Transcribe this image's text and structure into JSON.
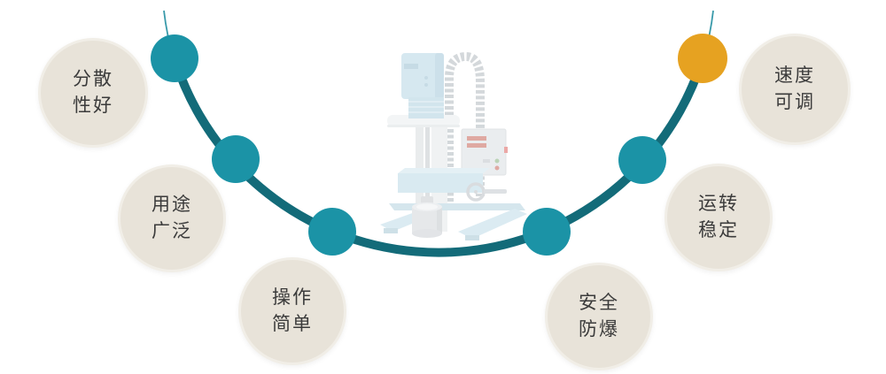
{
  "palette": {
    "node_teal": "#1b93a6",
    "node_highlight_orange": "#e6a221",
    "curve_teal": "#136b79",
    "thin_line_teal": "#3a9aaa",
    "bubble_beige": "#e8e3d9",
    "bubble_border": "#f1eee7",
    "label_text": "#3b3b3b",
    "machine_blue": "#aed3e3",
    "machine_gray": "#d6dbdf"
  },
  "features": [
    {
      "id": "dispersibility",
      "line1": "分散",
      "line2": "性好"
    },
    {
      "id": "usage",
      "line1": "用途",
      "line2": "广泛"
    },
    {
      "id": "operation",
      "line1": "操作",
      "line2": "简单"
    },
    {
      "id": "safety",
      "line1": "安全",
      "line2": "防爆"
    },
    {
      "id": "stability",
      "line1": "运转",
      "line2": "稳定"
    },
    {
      "id": "speed",
      "line1": "速度",
      "line2": "可调"
    }
  ],
  "illustration": {
    "name": "high-speed-disperser-machine",
    "style": "faded light-blue 3d render"
  },
  "diagram": {
    "type": "arc-timeline",
    "node_count": 6,
    "highlighted_node_index": 5
  }
}
